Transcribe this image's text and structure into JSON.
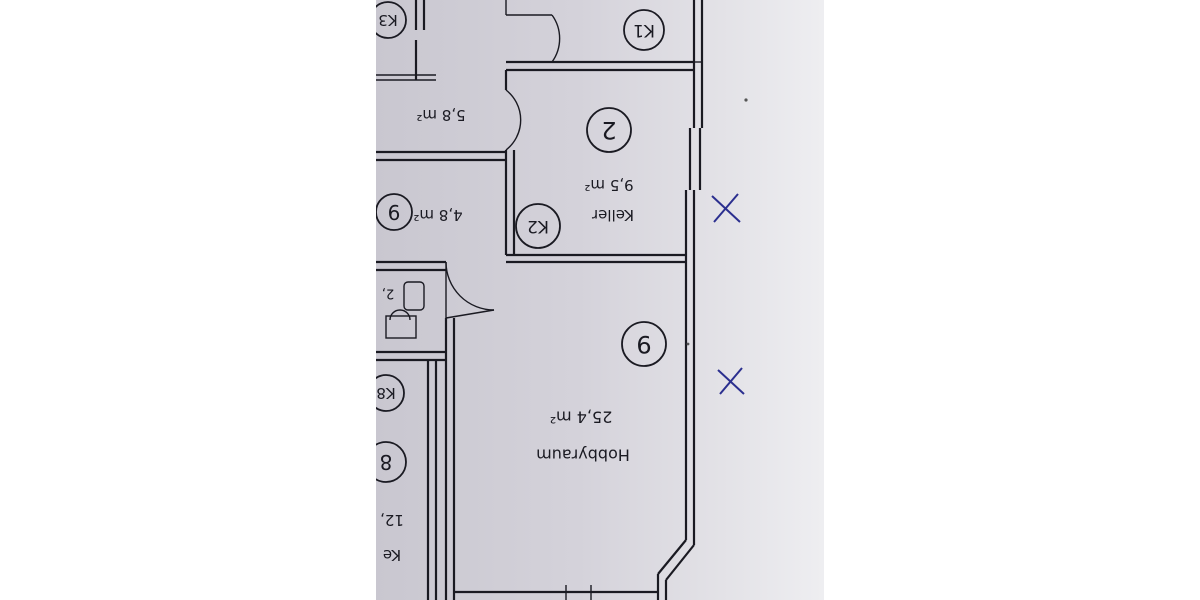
{
  "plan": {
    "rooms": [
      {
        "id": "hobby",
        "name": "Hobbyraum",
        "area": "25,4 m²",
        "number": "9"
      },
      {
        "id": "keller",
        "name": "Keller",
        "area": "9,5 m²",
        "number": "2"
      },
      {
        "id": "room-4-8",
        "area": "4,8 m²",
        "number": "9"
      },
      {
        "id": "room-5-8",
        "area": "5,8 m²"
      },
      {
        "id": "room-left",
        "area": "12,",
        "name": "Ke",
        "number": "8"
      },
      {
        "id": "wc",
        "area": "2,"
      }
    ],
    "tags": [
      "K1",
      "K2",
      "K3",
      "K8"
    ],
    "marks": [
      "X",
      "X"
    ],
    "colors": {
      "ink": "#1a1a22",
      "paper": "#d4d2da",
      "pen": "#2b2f8f"
    }
  }
}
